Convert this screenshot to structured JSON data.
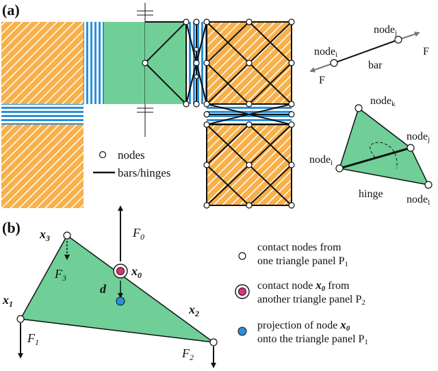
{
  "panel_a": {
    "label": "(a)",
    "legend": {
      "nodes": "nodes",
      "bars": "bars/hinges"
    },
    "bar_inset": {
      "node_i": "node",
      "node_i_sub": "i",
      "node_j": "node",
      "node_j_sub": "j",
      "bar": "bar",
      "force_left": "F",
      "force_right": "F"
    },
    "hinge_inset": {
      "node_k": "node",
      "node_k_sub": "k",
      "node_j": "node",
      "node_j_sub": "j",
      "node_i": "node",
      "node_i_sub": "i",
      "node_l": "node",
      "node_l_sub": "l",
      "hinge": "hinge"
    }
  },
  "panel_b": {
    "label": "(b)",
    "x3": "x",
    "x3_sub": "3",
    "x1": "x",
    "x1_sub": "1",
    "x2": "x",
    "x2_sub": "2",
    "x0": "x",
    "x0_sub": "0",
    "F3": "F",
    "F3_sub": "3",
    "F1": "F",
    "F1_sub": "1",
    "F2": "F",
    "F2_sub": "2",
    "F0": "F",
    "F0_sub": "0",
    "d": "d",
    "legend": {
      "item1_line1": "contact nodes from",
      "item1_line2": "one triangle panel P",
      "item1_sub": "1",
      "item2_line1_pre": "contact node ",
      "item2_x": "x",
      "item2_x_sub": "0",
      "item2_line1_post": " from",
      "item2_line2": "another triangle panel P",
      "item2_sub": "2",
      "item3_line1_pre": "projection of node ",
      "item3_x": "x",
      "item3_x_sub": "0",
      "item3_line2": "onto the triangle panel P",
      "item3_sub": "1"
    }
  },
  "colors": {
    "orange": "#f5a83c",
    "blue_stripe": "#2a8fd6",
    "green": "#6fcf97",
    "magenta": "#e0307a",
    "blue_dot": "#2e8ed8"
  }
}
